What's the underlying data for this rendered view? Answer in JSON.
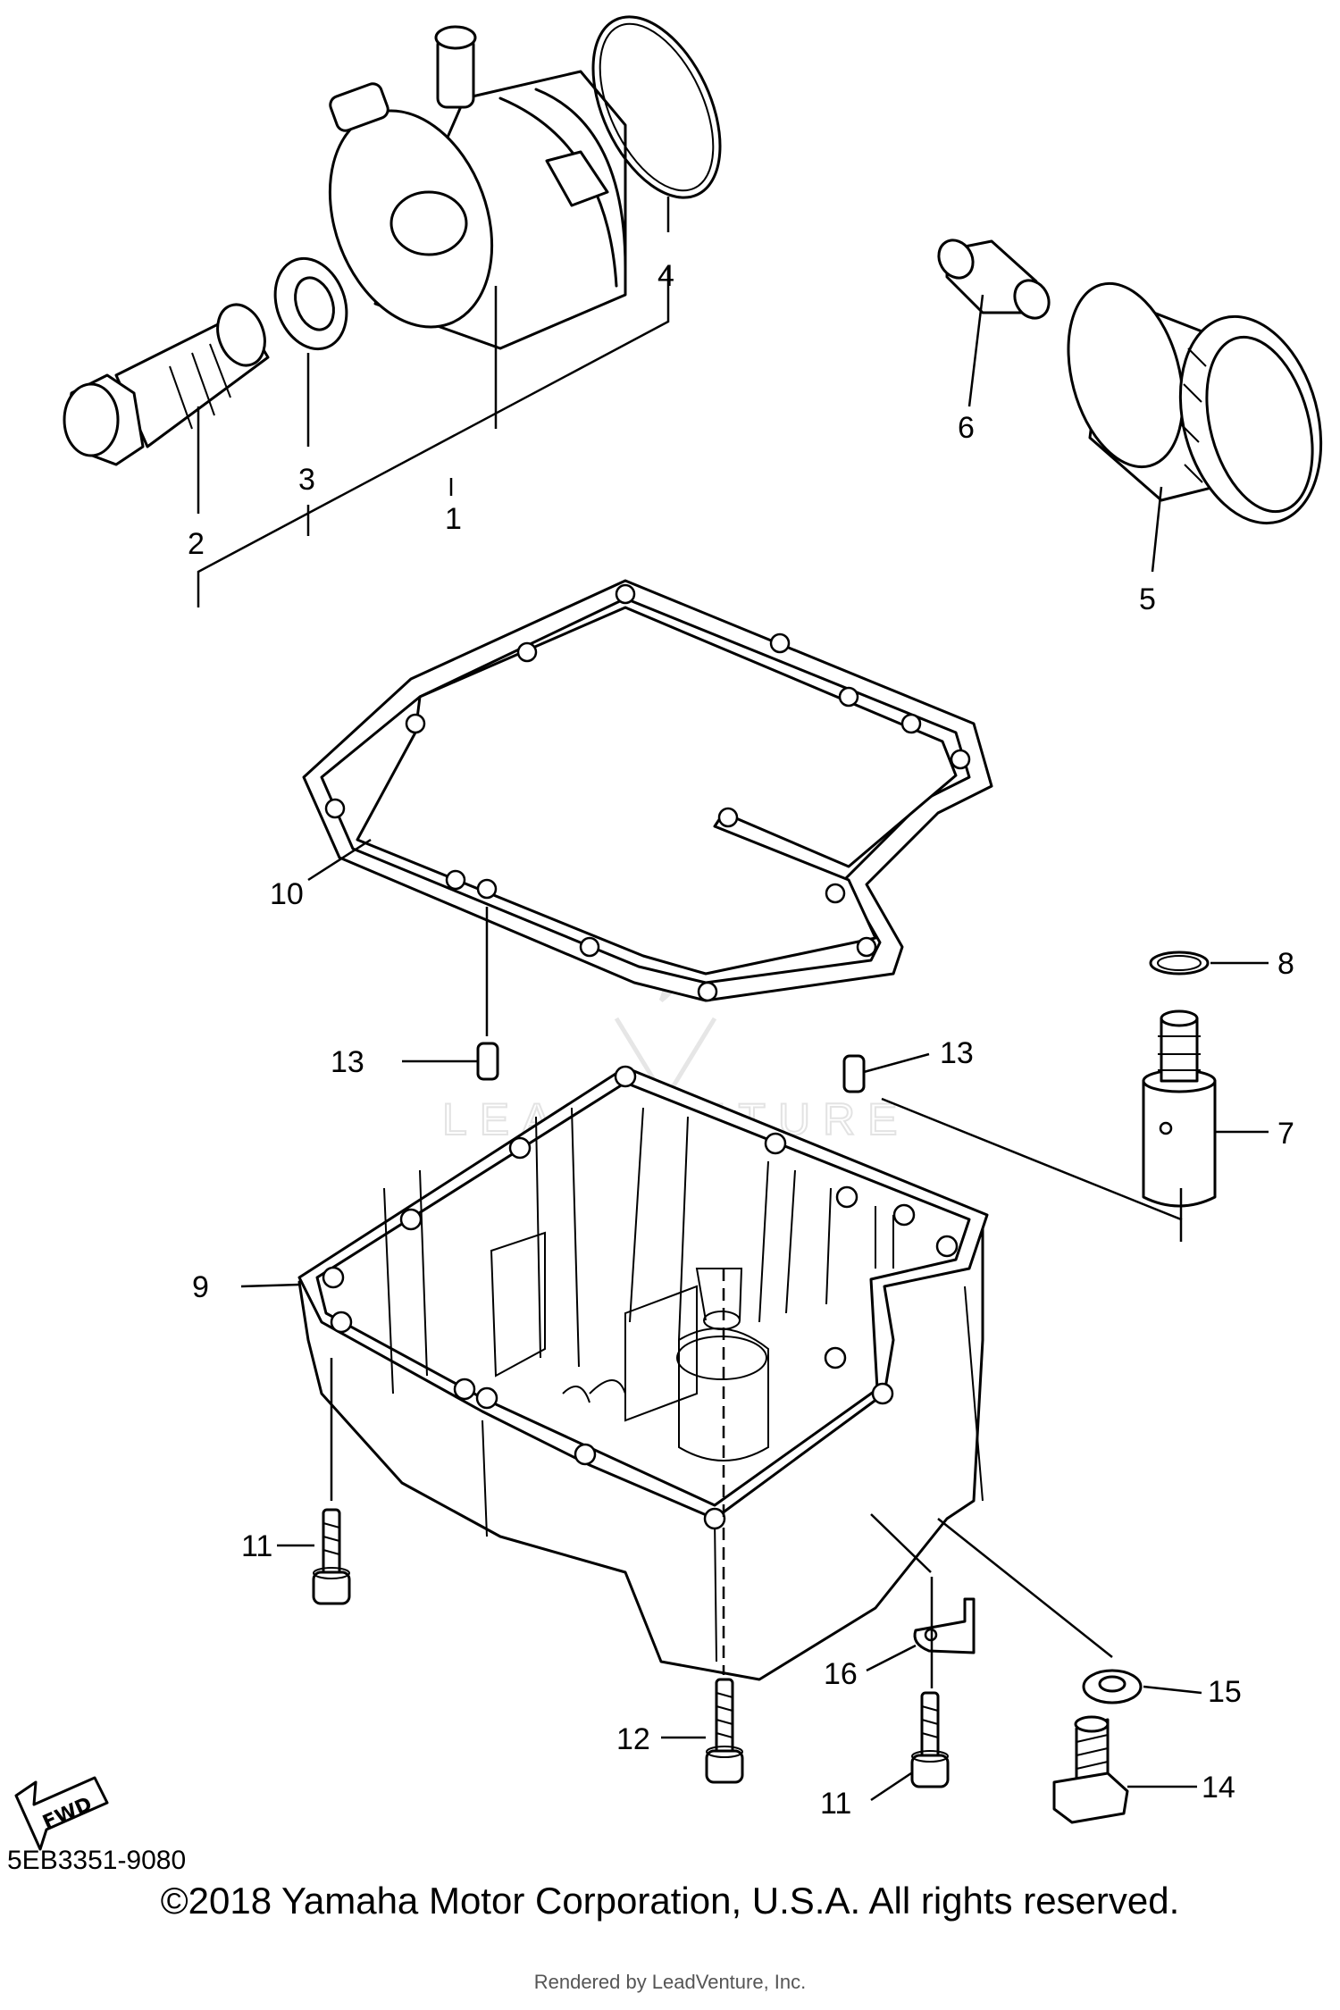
{
  "callouts": {
    "c1": "1",
    "c2": "2",
    "c3": "3",
    "c4": "4",
    "c5": "5",
    "c6": "6",
    "c7": "7",
    "c8": "8",
    "c9": "9",
    "c10": "10",
    "c11a": "11",
    "c11b": "11",
    "c12": "12",
    "c13a": "13",
    "c13b": "13",
    "c14": "14",
    "c15": "15",
    "c16": "16"
  },
  "fwd_label": "FWD",
  "diagram_code": "5EB3351-9080",
  "copyright": "©2018 Yamaha Motor Corporation, U.S.A. All rights reserved.",
  "watermark": "LEADVENTURE",
  "rendered_by": "Rendered by LeadVenture, Inc."
}
